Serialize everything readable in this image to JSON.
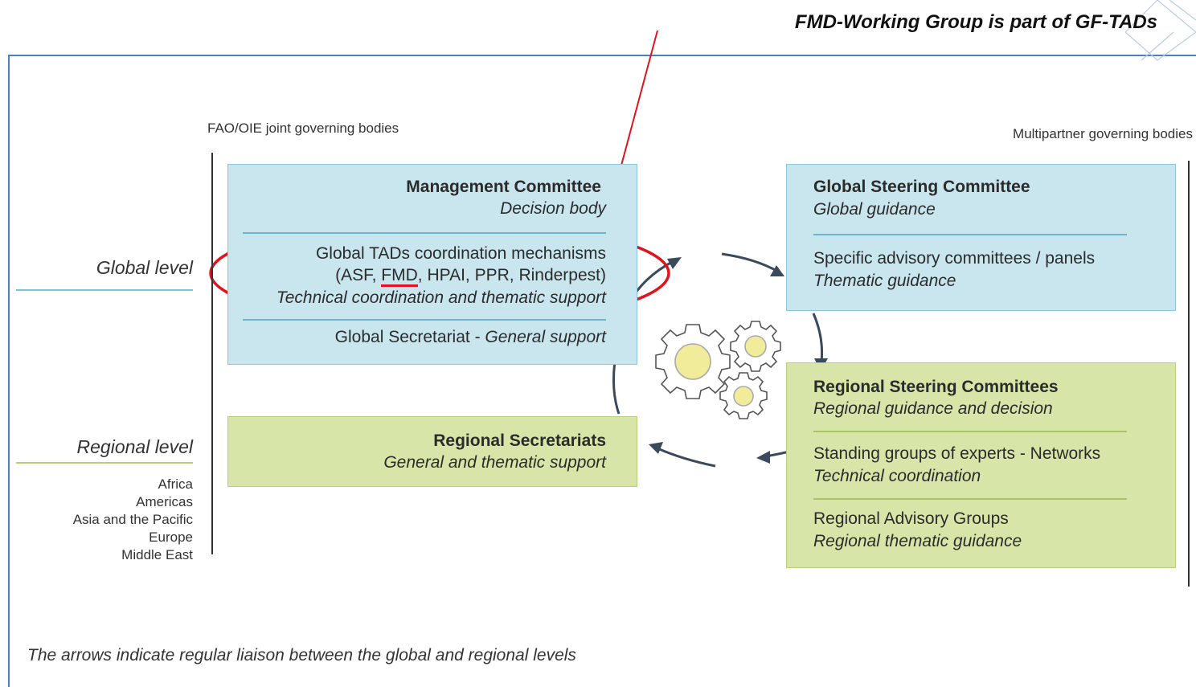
{
  "headline": "FMD-Working Group is part of GF-TADs",
  "left_column_title": "FAO/OIE joint governing bodies",
  "right_column_title": "Multipartner governing bodies",
  "levels": {
    "global": "Global level",
    "regional": "Regional level",
    "regions": [
      "Africa",
      "Americas",
      "Asia and the Pacific",
      "Europe",
      "Middle East"
    ]
  },
  "management_box": {
    "title": "Management Committee",
    "subtitle": "Decision body",
    "mechanisms_line1": "Global TADs coordination mechanisms",
    "mechanisms_prefix": "(ASF, ",
    "mechanisms_highlight": "FMD",
    "mechanisms_suffix": ", HPAI, PPR, Rinderpest)",
    "mechanisms_desc": "Technical coordination and thematic support",
    "secretariat": "Global Secretariat - ",
    "secretariat_desc": "General support"
  },
  "regional_secretariats_box": {
    "title": "Regional Secretariats",
    "subtitle": "General and thematic support"
  },
  "global_steering_box": {
    "title": "Global Steering Committee",
    "subtitle": "Global guidance",
    "item_title": "Specific advisory committees / panels",
    "item_subtitle": "Thematic guidance"
  },
  "regional_steering_box": {
    "title": "Regional Steering Committees",
    "subtitle": "Regional guidance and decision",
    "item1_title": "Standing groups of experts - Networks",
    "item1_subtitle": "Technical coordination",
    "item2_title": "Regional Advisory Groups",
    "item2_subtitle": "Regional thematic guidance"
  },
  "footnote": "The arrows indicate regular liaison between the global and regional levels",
  "colors": {
    "box_blue": "#c9e6ee",
    "box_green": "#d7e6a8",
    "highlight_red": "#e0141e",
    "frame_blue": "#4a7fc0",
    "gear_fill": "#f1ec9a"
  },
  "icons": [
    "gears-icon",
    "cycle-arrow-icon"
  ]
}
